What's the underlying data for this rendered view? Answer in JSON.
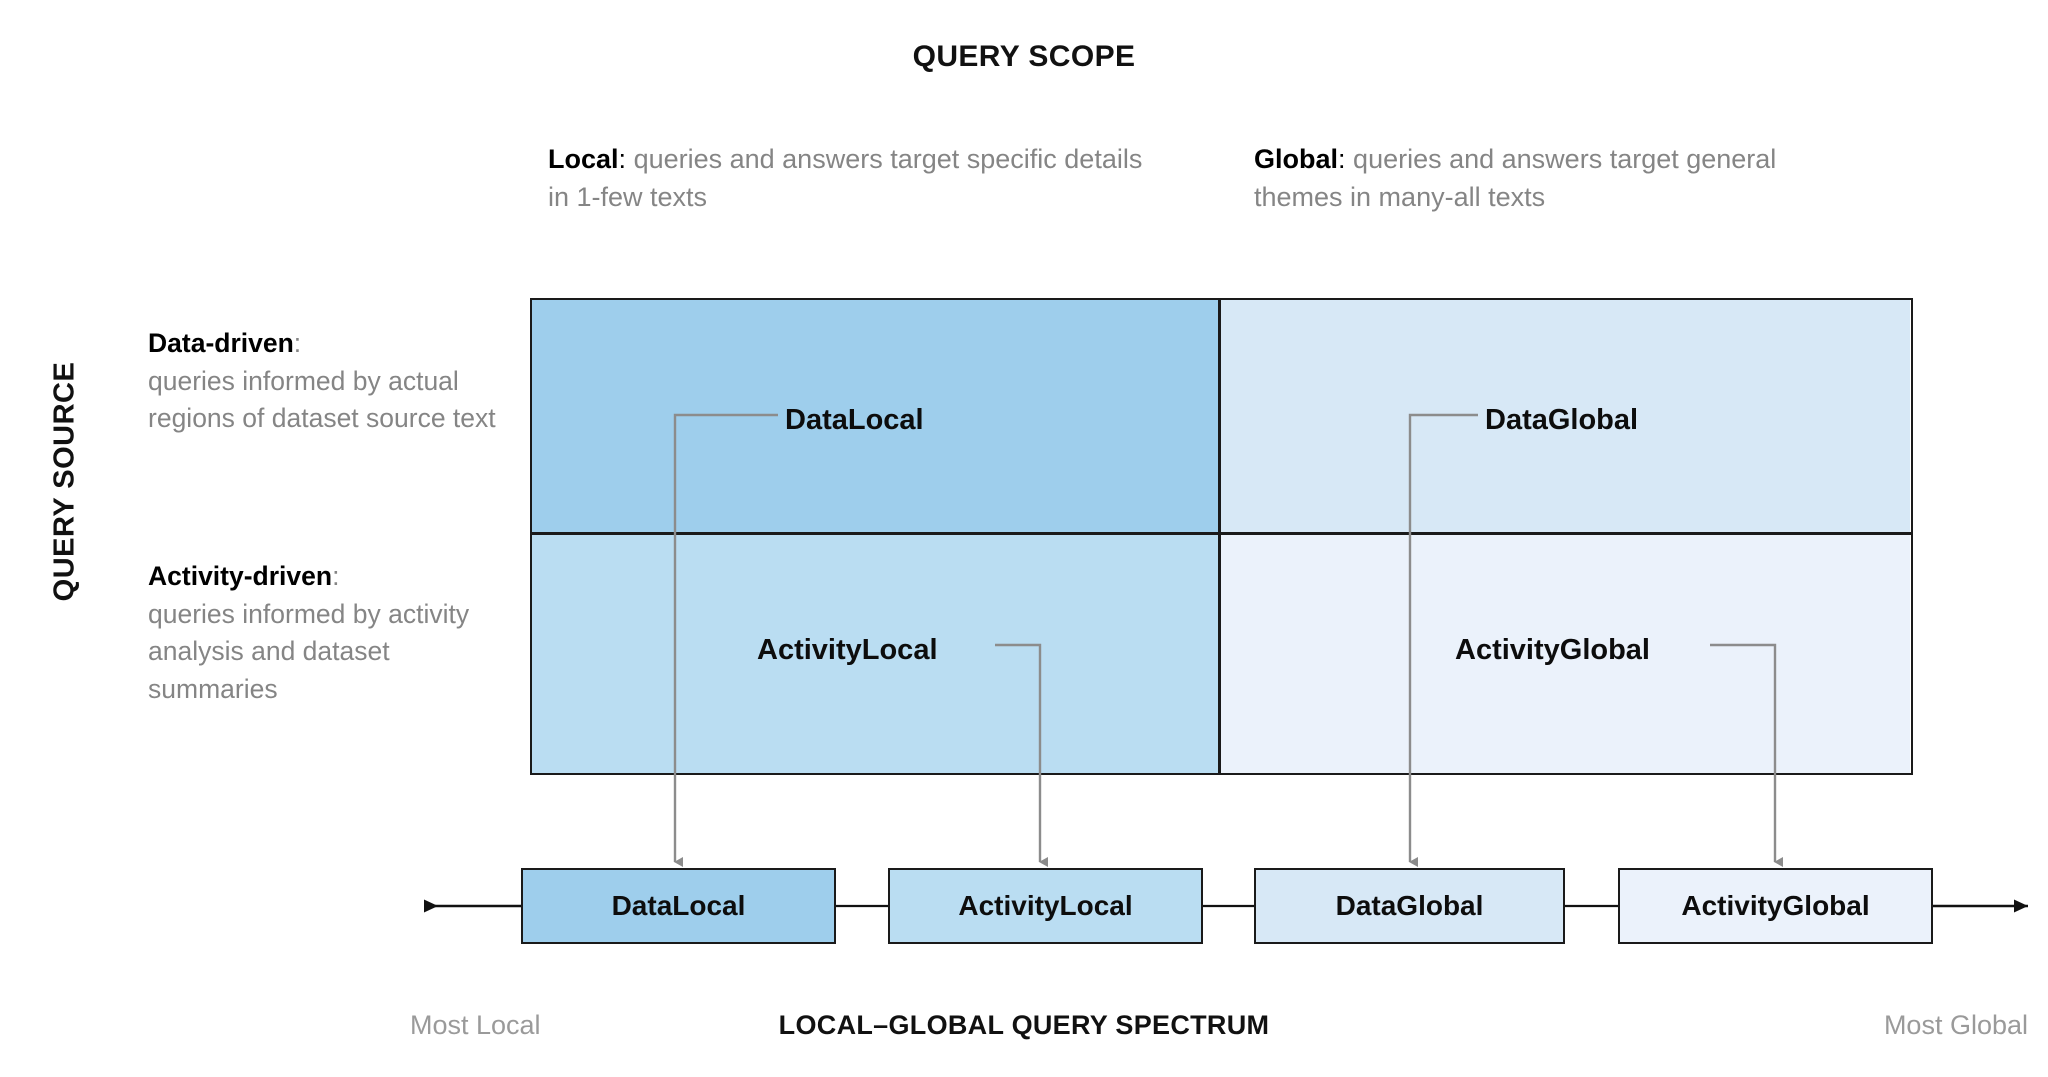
{
  "header": {
    "title": "QUERY SCOPE"
  },
  "axes": {
    "source_axis_label": "QUERY SOURCE",
    "scope_axis_label": "QUERY SCOPE"
  },
  "columns": [
    {
      "key": "local",
      "term": "Local",
      "separator": ":",
      "description": "queries and answers target specific details in 1-few texts",
      "description_line1": "queries and answers target",
      "description_line2": "specific details in 1-few texts"
    },
    {
      "key": "global",
      "term": "Global",
      "separator": ":",
      "description": "queries and answers target general themes in many-all texts",
      "description_line1": "queries and answers target",
      "description_line2": "general themes in many-all texts"
    }
  ],
  "rows": [
    {
      "key": "data_driven",
      "term": "Data-driven",
      "separator": ":",
      "description": "queries informed by actual regions of dataset source text"
    },
    {
      "key": "activity_driven",
      "term": "Activity-driven",
      "separator": ":",
      "description": "queries informed by activity analysis and dataset summaries"
    }
  ],
  "quadrants": [
    {
      "key": "data_local",
      "label": "DataLocal",
      "color": "#9ECEEC"
    },
    {
      "key": "data_global",
      "label": "DataGlobal",
      "color": "#D7E8F6"
    },
    {
      "key": "activity_local",
      "label": "ActivityLocal",
      "color": "#BADDF2"
    },
    {
      "key": "activity_global",
      "label": "ActivityGlobal",
      "color": "#EBF2FB"
    }
  ],
  "spectrum": {
    "caption": "LOCAL–GLOBAL QUERY SPECTRUM",
    "left_end_label": "Most Local",
    "right_end_label": "Most Global",
    "boxes": [
      {
        "label": "DataLocal",
        "color": "#9ECEEC"
      },
      {
        "label": "ActivityLocal",
        "color": "#BADDF2"
      },
      {
        "label": "DataGlobal",
        "color": "#D7E8F6"
      },
      {
        "label": "ActivityGlobal",
        "color": "#EBF2FB"
      }
    ]
  },
  "colors": {
    "most_local": "#9ECEEC",
    "local_mid": "#BADDF2",
    "global_mid": "#D7E8F6",
    "most_global": "#EBF2FB",
    "outline": "#1a1a1a",
    "connector": "#808080",
    "muted_text": "#858585"
  }
}
